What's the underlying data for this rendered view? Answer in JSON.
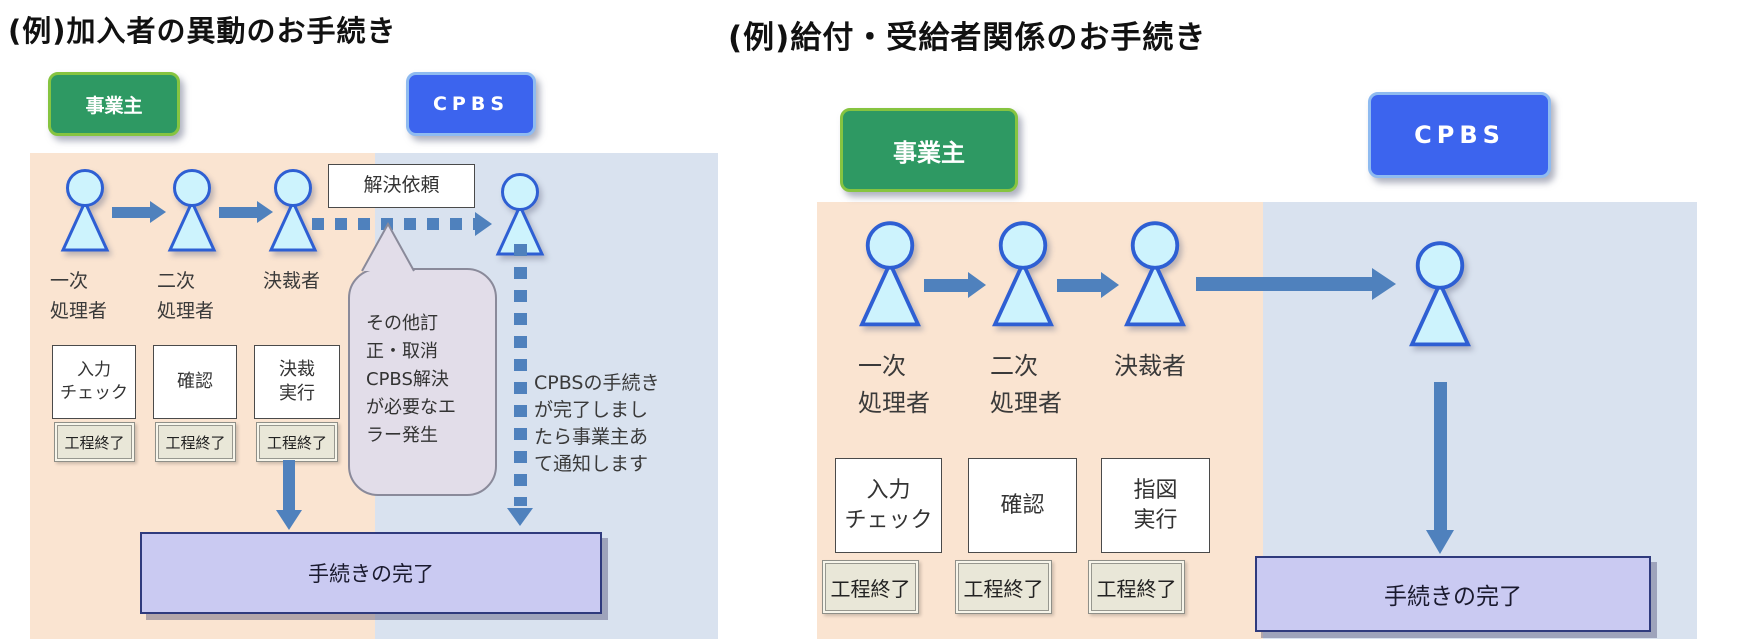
{
  "colors": {
    "employer_zone_bg": "#fae4d1",
    "cpbs_zone_bg": "#d9e2ef",
    "employer_badge_bg": "#2e9963",
    "employer_badge_border": "#86c440",
    "cpbs_badge_bg": "#3c64ee",
    "cpbs_badge_border": "#8fbbf0",
    "arrow_blue": "#4f81bd",
    "person_fill": "#cdf3fd",
    "person_border": "#2e5fd3",
    "bubble_bg": "#e2dde9",
    "request_box_bg": "#ffffff",
    "done_badge_bg": "#e9e7d8",
    "complete_box_bg": "#cacaf2",
    "complete_box_border": "#2f3a7d"
  },
  "left": {
    "title": "(例)加入者の異動のお手続き",
    "employer_badge": "事業主",
    "cpbs_badge": "CPBS",
    "actors": [
      "一次\n処理者",
      "二次\n処理者",
      "決裁者"
    ],
    "request_box": "解決依頼",
    "error_bubble": "その他訂\n正・取消\nCPBS解決\nが必要なエ\nラー発生",
    "notify_note": "CPBSの手続き\nが完了しまし\nたら事業主あ\nて通知します",
    "tasks": [
      "入力\nチェック",
      "確認",
      "決裁\n実行"
    ],
    "done_labels": [
      "工程終了",
      "工程終了",
      "工程終了"
    ],
    "complete_box": "手続きの完了"
  },
  "right": {
    "title": "(例)給付・受給者関係のお手続き",
    "employer_badge": "事業主",
    "cpbs_badge": "CPBS",
    "actors": [
      "一次\n処理者",
      "二次\n処理者",
      "決裁者"
    ],
    "tasks": [
      "入力\nチェック",
      "確認",
      "指図\n実行"
    ],
    "done_labels": [
      "工程終了",
      "工程終了",
      "工程終了"
    ],
    "complete_box": "手続きの完了"
  }
}
